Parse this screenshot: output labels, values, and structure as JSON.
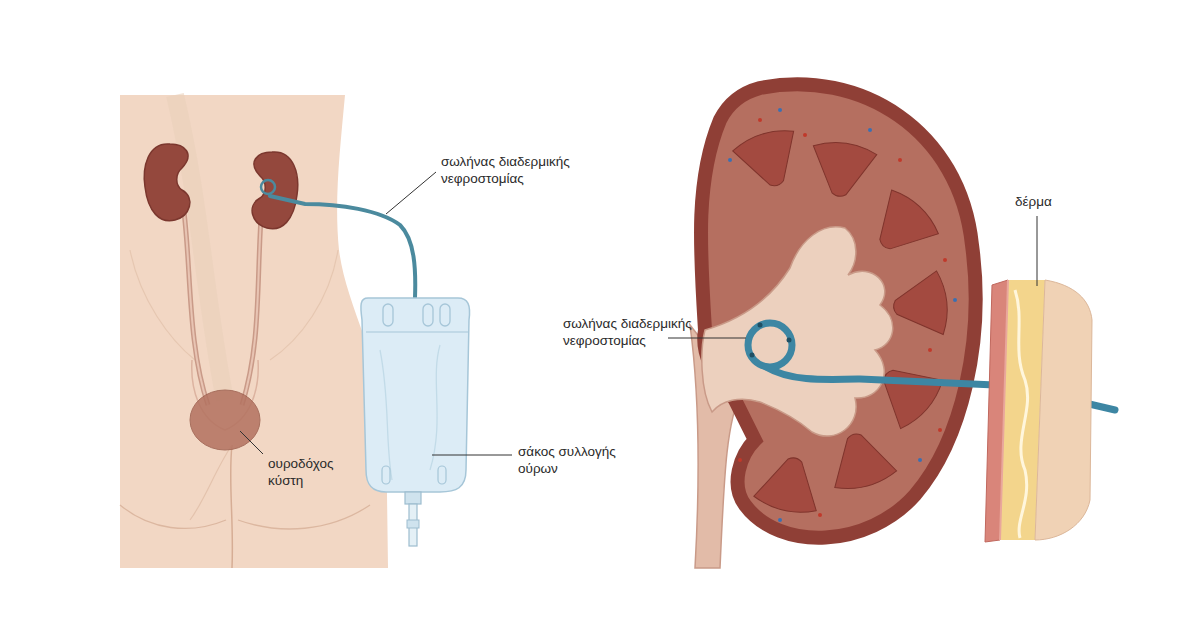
{
  "diagram": {
    "labels": [
      "σωλήνας διαδερμικής νεφροστομίας",
      "ουροδόχος κύστη",
      "σάκος συλλογής ούρων",
      "δέρμα",
      "σωλήνας διαδερμικής νεφροστομίας"
    ]
  }
}
